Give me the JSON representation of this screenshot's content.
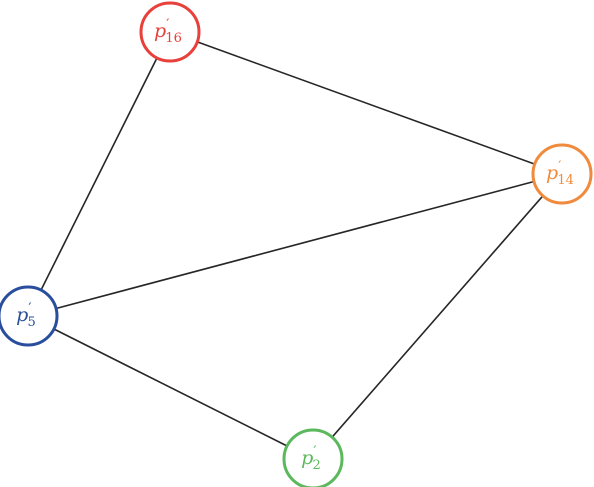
{
  "graph": {
    "nodes": [
      {
        "id": "p16",
        "base": "p",
        "prime": "′",
        "subscript": "16",
        "color": "#e8403a"
      },
      {
        "id": "p14",
        "base": "p",
        "prime": "′",
        "subscript": "14",
        "color": "#f08a3c"
      },
      {
        "id": "p5",
        "base": "p",
        "prime": "′",
        "subscript": "5",
        "color": "#2a4e9e"
      },
      {
        "id": "p2",
        "base": "p",
        "prime": "′",
        "subscript": "2",
        "color": "#5cb85c"
      }
    ],
    "edges": [
      {
        "from": "p16",
        "to": "p14"
      },
      {
        "from": "p16",
        "to": "p5"
      },
      {
        "from": "p5",
        "to": "p14"
      },
      {
        "from": "p5",
        "to": "p2"
      },
      {
        "from": "p14",
        "to": "p2"
      }
    ]
  }
}
